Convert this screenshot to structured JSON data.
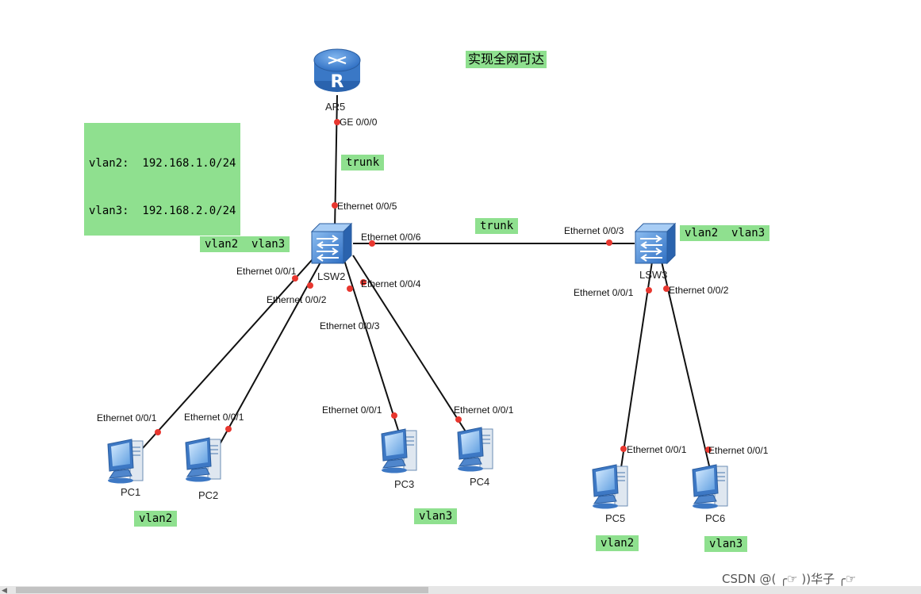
{
  "title": "实现全网可达",
  "subnet_notes": [
    "vlan2:  192.168.1.0/24",
    "vlan3:  192.168.2.0/24"
  ],
  "colors": {
    "note_bg": "#8fe08f",
    "link": "#111111",
    "port_dot": "#e8372f",
    "device_blue": "#3b7fd0"
  },
  "devices": {
    "router": {
      "name": "AR5",
      "icon": "router-icon"
    },
    "lsw2": {
      "name": "LSW2",
      "icon": "switch-icon"
    },
    "lsw3": {
      "name": "LSW3",
      "icon": "switch-icon"
    },
    "pc1": {
      "name": "PC1",
      "icon": "pc-icon"
    },
    "pc2": {
      "name": "PC2",
      "icon": "pc-icon"
    },
    "pc3": {
      "name": "PC3",
      "icon": "pc-icon"
    },
    "pc4": {
      "name": "PC4",
      "icon": "pc-icon"
    },
    "pc5": {
      "name": "PC5",
      "icon": "pc-icon"
    },
    "pc6": {
      "name": "PC6",
      "icon": "pc-icon"
    }
  },
  "ports": {
    "ar5_ge": "GE 0/0/0",
    "lsw2_e5": "Ethernet 0/0/5",
    "lsw2_e6": "Ethernet 0/0/6",
    "lsw2_e1": "Ethernet 0/0/1",
    "lsw2_e2": "Ethernet 0/0/2",
    "lsw2_e3": "Ethernet 0/0/3",
    "lsw2_e4": "Ethernet 0/0/4",
    "lsw3_e3": "Ethernet 0/0/3",
    "lsw3_e1": "Ethernet 0/0/1",
    "lsw3_e2": "Ethernet 0/0/2",
    "pc1_e1": "Ethernet 0/0/1",
    "pc2_e1": "Ethernet 0/0/1",
    "pc3_e1": "Ethernet 0/0/1",
    "pc4_e1": "Ethernet 0/0/1",
    "pc5_e1": "Ethernet 0/0/1",
    "pc6_e1": "Ethernet 0/0/1"
  },
  "link_labels": {
    "router_trunk": "trunk",
    "switch_trunk": "trunk"
  },
  "vlan_notes": {
    "lsw2": "vlan2  vlan3",
    "lsw3": "vlan2  vlan3",
    "pc12": "vlan2",
    "pc34": "vlan3",
    "pc5": "vlan2",
    "pc6": "vlan3"
  },
  "watermark": "CSDN @( ╭☞ ))华子 ╭☞"
}
